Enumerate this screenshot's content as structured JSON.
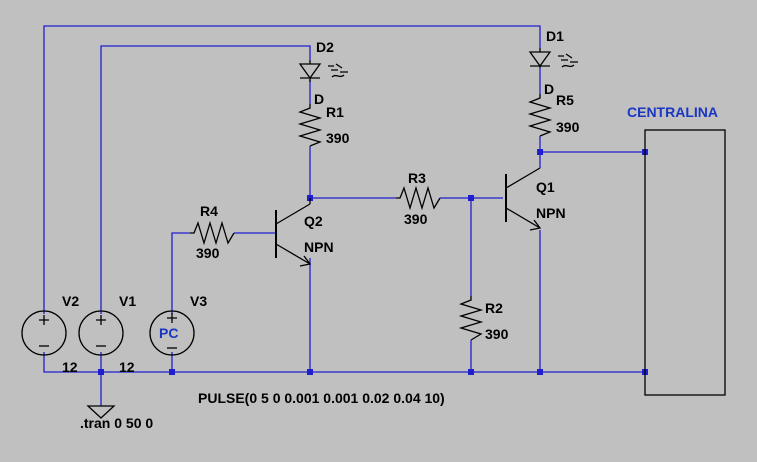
{
  "schematic": {
    "background_color": "#c0c0c0",
    "wire_color": "#1f1fd0",
    "component_color": "#000000",
    "block_label_color": "#1a35c0",
    "components": {
      "D2": {
        "ref": "D2",
        "model": "D"
      },
      "D1": {
        "ref": "D1",
        "model": "D"
      },
      "R1": {
        "ref": "R1",
        "value": "390"
      },
      "R5": {
        "ref": "R5",
        "value": "390"
      },
      "R3": {
        "ref": "R3",
        "value": "390"
      },
      "R4": {
        "ref": "R4",
        "value": "390"
      },
      "R2": {
        "ref": "R2",
        "value": "390"
      },
      "Q2": {
        "ref": "Q2",
        "model": "NPN"
      },
      "Q1": {
        "ref": "Q1",
        "model": "NPN"
      },
      "V2": {
        "ref": "V2",
        "value": "12"
      },
      "V1": {
        "ref": "V1",
        "value": "12"
      },
      "V3": {
        "ref": "V3",
        "symbol": "PC"
      }
    },
    "block": {
      "label": "CENTRALINA"
    },
    "pulse_directive": "PULSE(0 5 0 0.001 0.001 0.02 0.04 10)",
    "tran_directive": ".tran 0 50 0",
    "icons": [
      "led-icon",
      "resistor-icon",
      "npn-transistor-icon",
      "voltage-source-icon",
      "ground-icon"
    ]
  }
}
